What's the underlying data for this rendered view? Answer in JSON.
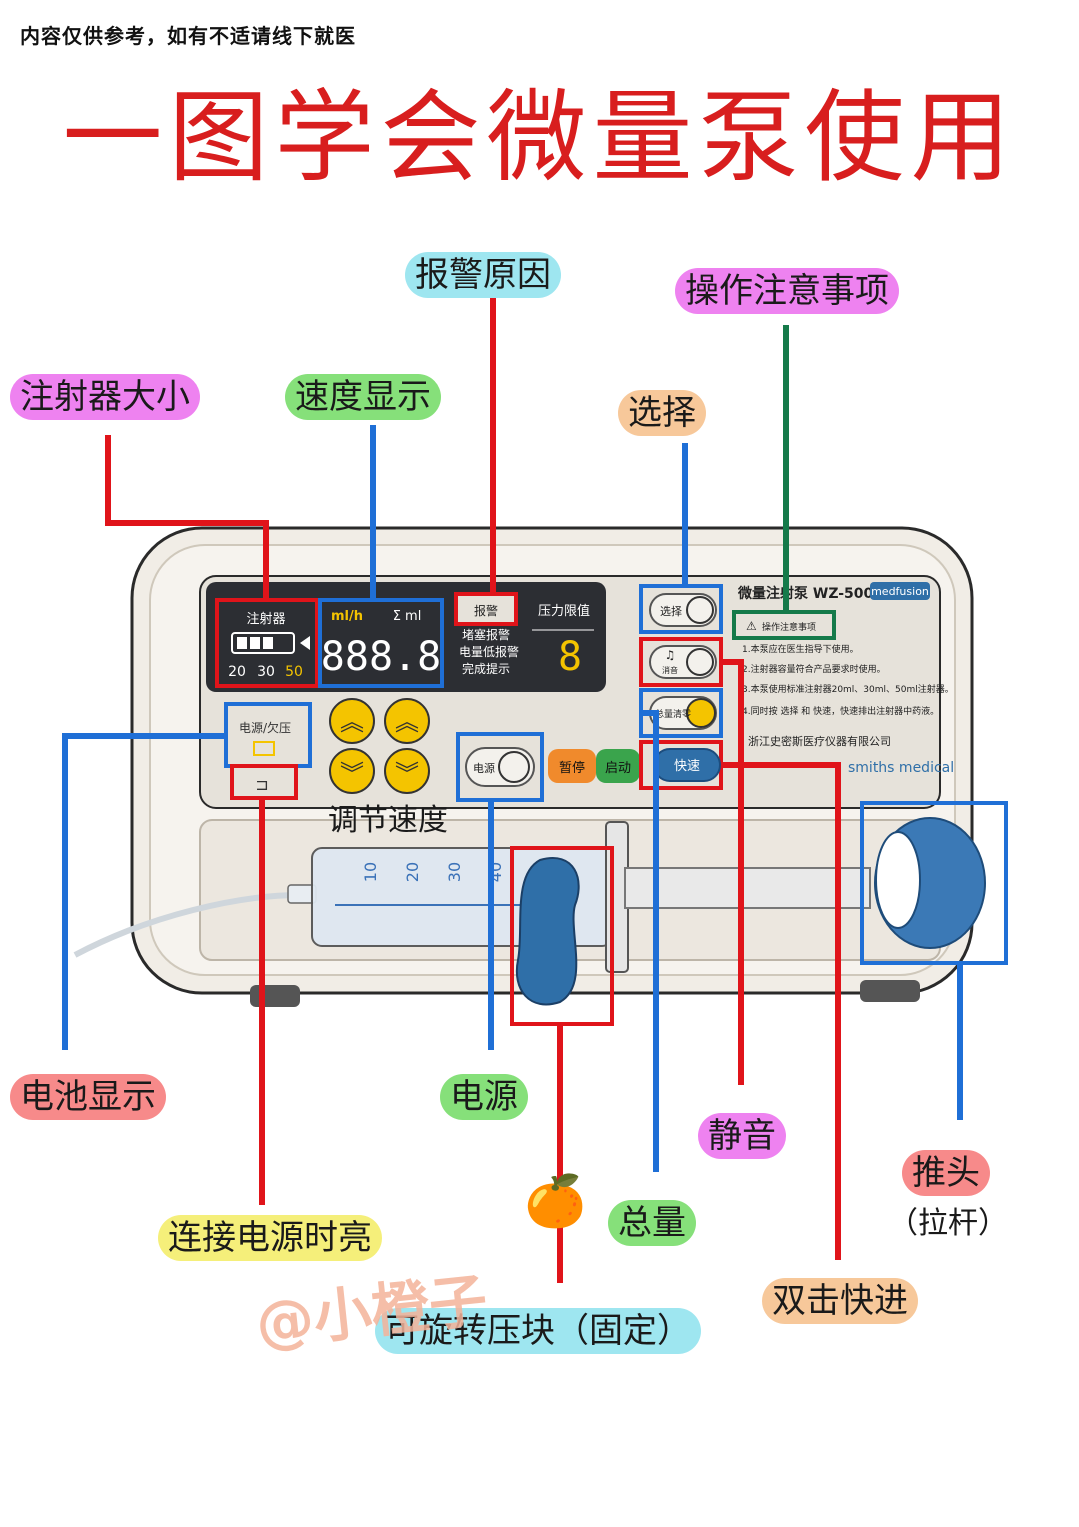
{
  "disclaimer": "内容仅供参考，如有不适请线下就医",
  "title": "一图学会微量泵使用",
  "watermark": "@小橙子",
  "colors": {
    "title_red": "#d81e1e",
    "line_red": "#e0141a",
    "line_blue": "#1f6fd6",
    "line_green": "#157a4a",
    "pump_blue": "#2f6fa8",
    "display_yellow": "#f4c400"
  },
  "labels": {
    "syringe_size": "注射器大小",
    "speed_display": "速度显示",
    "alarm_reason": "报警原因",
    "precautions": "操作注意事项",
    "select": "选择",
    "battery_display": "电池显示",
    "adjust_speed": "调节速度",
    "power": "电源",
    "mute": "静音",
    "push_head": "推头",
    "push_head_sub": "（拉杆）",
    "power_connected_light": "连接电源时亮",
    "total": "总量",
    "double_click_fast": "双击快进",
    "rotating_clamp": "可旋转压块（固定）"
  },
  "pump": {
    "syringe_label": "注射器",
    "sizes": [
      "20",
      "30",
      "50"
    ],
    "unit_rate": "ml/h",
    "unit_total": "Σ ml",
    "rate_digits": "888.8",
    "alarm_button": "报警",
    "alarm_items": [
      "堵塞报警",
      "电量低报警",
      "完成提示"
    ],
    "pressure_label": "压力限值",
    "pressure_digit": "8",
    "power_lowvolt": "电源/欠压",
    "power_btn": "电源",
    "pause_btn": "暂停",
    "start_btn": "启动",
    "select_btn": "选择",
    "mute_btn": "消音",
    "total_btn": "总量清零",
    "fast_btn": "快速",
    "model": "微量注射泵 WZ-500C6",
    "brand_badge": "medfusion",
    "notice_title": "操作注意事项",
    "notes": [
      "1.本泵应在医生指导下使用。",
      "2.注射器容量符合产品要求时使用。",
      "3.本泵使用标准注射器20ml、30ml、50ml注射器。",
      "4.同时按 选择 和 快速，快速排出注射器中药液。"
    ],
    "manufacturer": "浙江史密斯医疗仪器有限公司",
    "brand": "smiths medical",
    "scale": [
      "10",
      "20",
      "30",
      "40"
    ]
  }
}
